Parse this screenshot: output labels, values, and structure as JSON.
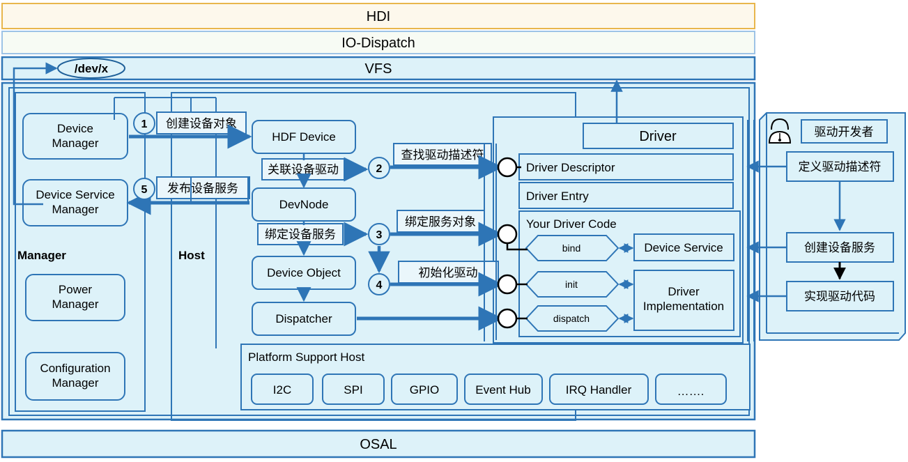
{
  "diagram": {
    "title": "HDF Driver Framework Architecture",
    "colors": {
      "band_hdi_fill": "#fdf8ec",
      "band_hdi_stroke": "#e8b64c",
      "band_io_fill": "#f7fbf4",
      "band_io_stroke": "#9dc3e6",
      "panel_fill": "#ddf2f9",
      "box_fill": "#ddf2f9",
      "label_fill": "#eaf6fb",
      "stroke_blue": "#2e75b6",
      "stroke_dark": "#1f6099",
      "arrow_blue": "#2e75b6",
      "port_fill": "#ffffff",
      "port_stroke": "#000000",
      "text": "#000000"
    },
    "bands": [
      {
        "id": "hdi",
        "label": "HDI"
      },
      {
        "id": "io-dispatch",
        "label": "IO-Dispatch"
      },
      {
        "id": "vfs",
        "label": "VFS"
      },
      {
        "id": "osal",
        "label": "OSAL"
      }
    ],
    "dev_node_badge": "/dev/x",
    "manager": {
      "section_label": "Manager",
      "items": [
        {
          "id": "device-manager",
          "label_line1": "Device",
          "label_line2": "Manager"
        },
        {
          "id": "device-service-manager",
          "label_line1": "Device Service",
          "label_line2": "Manager"
        },
        {
          "id": "power-manager",
          "label_line1": "Power",
          "label_line2": "Manager"
        },
        {
          "id": "configuration-manager",
          "label_line1": "Configuration",
          "label_line2": "Manager"
        }
      ]
    },
    "host": {
      "section_label": "Host",
      "items": [
        {
          "id": "hdf-device",
          "label": "HDF Device"
        },
        {
          "id": "devnode",
          "label": "DevNode"
        },
        {
          "id": "device-object",
          "label": "Device Object"
        },
        {
          "id": "dispatcher",
          "label": "Dispatcher"
        }
      ],
      "inline_labels": [
        {
          "id": "associate-device-driver",
          "label": "关联设备驱动"
        },
        {
          "id": "bind-device-service",
          "label": "绑定设备服务"
        }
      ]
    },
    "steps": [
      {
        "num": "1",
        "label": "创建设备对象"
      },
      {
        "num": "2",
        "label": "查找驱动描述符"
      },
      {
        "num": "3",
        "label": "绑定服务对象"
      },
      {
        "num": "4",
        "label": "初始化驱动"
      },
      {
        "num": "5",
        "label": "发布设备服务"
      }
    ],
    "driver": {
      "title": "Driver",
      "descriptor": "Driver Descriptor",
      "entry": "Driver Entry",
      "your_code": "Your Driver Code",
      "hooks": [
        {
          "id": "bind",
          "label": "bind"
        },
        {
          "id": "init",
          "label": "init"
        },
        {
          "id": "dispatch",
          "label": "dispatch"
        }
      ],
      "device_service": "Device Service",
      "implementation_line1": "Driver",
      "implementation_line2": "Implementation"
    },
    "platform": {
      "title": "Platform Support Host",
      "modules": [
        {
          "id": "i2c",
          "label": "I2C"
        },
        {
          "id": "spi",
          "label": "SPI"
        },
        {
          "id": "gpio",
          "label": "GPIO"
        },
        {
          "id": "event-hub",
          "label": "Event Hub"
        },
        {
          "id": "irq-handler",
          "label": "IRQ Handler"
        },
        {
          "id": "more",
          "label": "……."
        }
      ]
    },
    "developer": {
      "role_label": "驱动开发者",
      "tasks": [
        {
          "id": "define-driver-descriptor",
          "label": "定义驱动描述符"
        },
        {
          "id": "create-device-service",
          "label": "创建设备服务"
        },
        {
          "id": "implement-driver-code",
          "label": "实现驱动代码"
        }
      ]
    }
  }
}
